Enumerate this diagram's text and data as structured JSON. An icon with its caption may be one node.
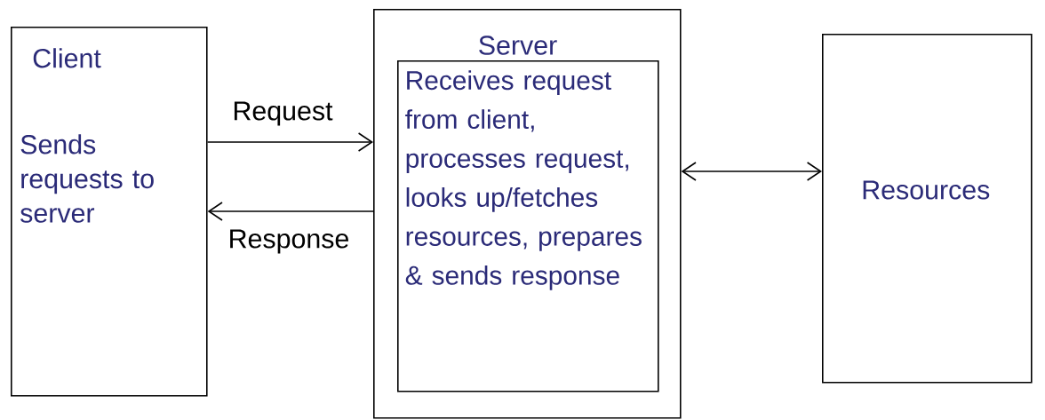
{
  "diagram": {
    "nodes": [
      {
        "text": [
          "Client",
          "Sends requests to server"
        ]
      },
      {
        "text": [
          "Server"
        ]
      },
      {
        "text": [
          "Receives request from client, processes request, looks up/fetches resources, prepares & sends response"
        ],
        "in": 1
      },
      {
        "text": [
          "Resources"
        ]
      }
    ],
    "edges": [
      {
        "from": 0,
        "to": 1,
        "arrow": "to",
        "label": "Request"
      },
      {
        "from": 1,
        "to": 0,
        "arrow": "to",
        "label": "Response"
      },
      {
        "from": 1,
        "to": 3,
        "arrow": "both"
      }
    ]
  }
}
